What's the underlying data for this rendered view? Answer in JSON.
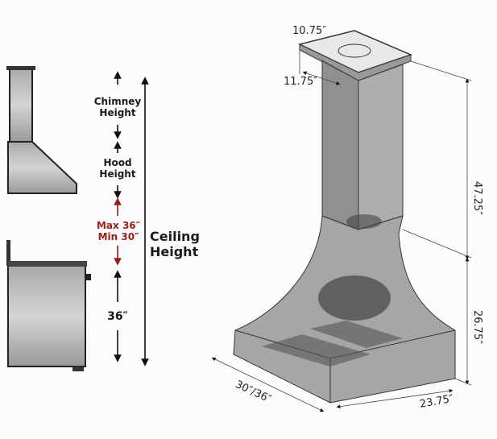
{
  "left_diagram": {
    "chimney_height": [
      "Chimney",
      "Height"
    ],
    "hood_height": [
      "Hood",
      "Height"
    ],
    "clearance": [
      "Max 36″",
      "Min 30″"
    ],
    "counter_height": "36″",
    "ceiling_height": [
      "Ceiling",
      "Height"
    ]
  },
  "right_diagram": {
    "top_width": "10.75″",
    "top_depth": "11.75″",
    "chimney_height": "47.25″",
    "hood_height": "26.75″",
    "width": "30″/36″",
    "depth": "23.75″"
  },
  "colors": {
    "clearance": "#9b1c1c",
    "steel": "#8a8a8a"
  }
}
